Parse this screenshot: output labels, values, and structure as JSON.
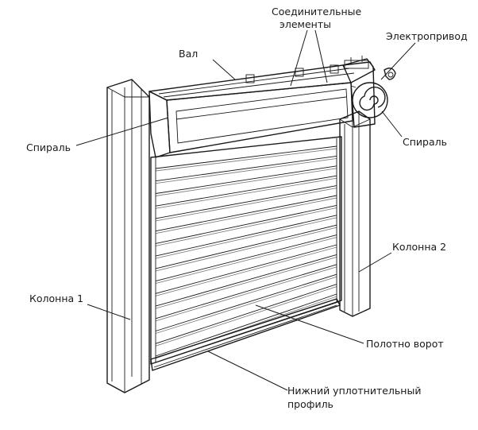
{
  "labels": {
    "connectors_line1": "Соединительные",
    "connectors_line2": "элементы",
    "shaft": "Вал",
    "drive": "Электропривод",
    "spring_left": "Спираль",
    "spring_right": "Спираль",
    "column_1": "Колонна 1",
    "column_2": "Колонна 2",
    "curtain": "Полотно ворот",
    "bottom_seal_line1": "Нижний уплотнительный",
    "bottom_seal_line2": "профиль"
  },
  "curtain": {
    "slats": 16
  }
}
